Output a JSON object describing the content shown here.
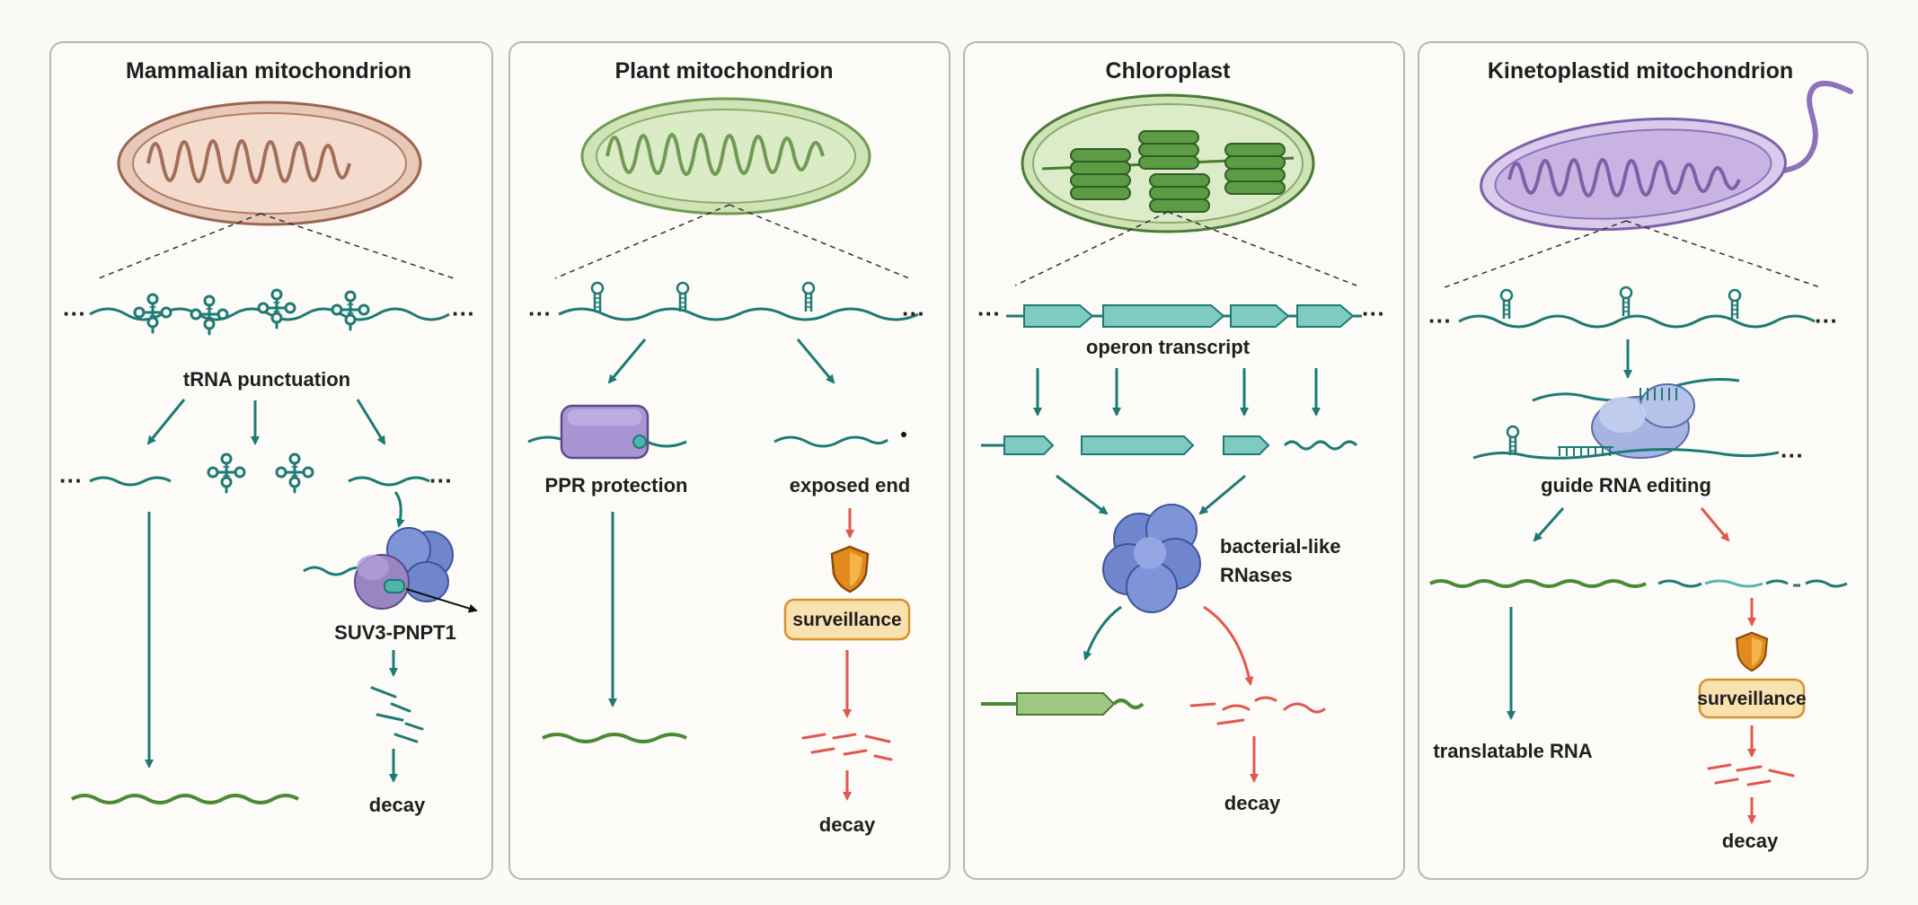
{
  "panels": [
    {
      "title": "Mammalian mitochondrion",
      "labels": {
        "punctuation": "tRNA punctuation",
        "complex": "SUV3-PNPT1",
        "decay": "decay"
      }
    },
    {
      "title": "Plant mitochondrion",
      "labels": {
        "protection": "PPR protection",
        "exposed": "exposed end",
        "surveillance": "surveillance",
        "decay": "decay"
      }
    },
    {
      "title": "Chloroplast",
      "labels": {
        "operon": "operon transcript",
        "rnases_line1": "bacterial-like",
        "rnases_line2": "RNases",
        "decay": "decay"
      }
    },
    {
      "title": "Kinetoplastid mitochondrion",
      "labels": {
        "editing": "guide RNA editing",
        "translatable": "translatable RNA",
        "surveillance": "surveillance",
        "decay": "decay"
      }
    }
  ],
  "colors": {
    "teal": "#1e7a74",
    "green": "#4a8a35",
    "red": "#e0584e",
    "purple": "#9a85c4",
    "blue": "#6f86cf",
    "orange": "#e28a1e",
    "box_fill": "#f9e1b0",
    "box_stroke": "#d6922c"
  }
}
